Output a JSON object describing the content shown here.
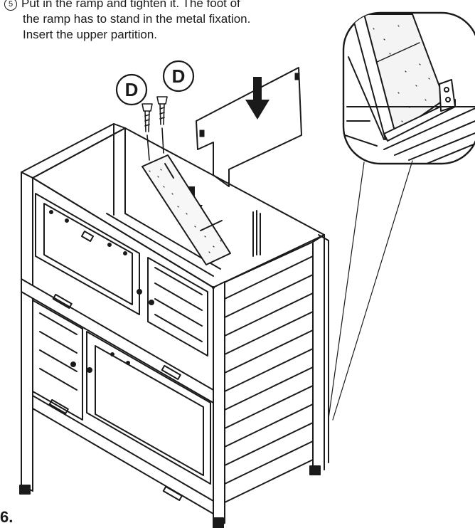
{
  "instructions": {
    "step_marker": "5",
    "line1": "Put in the ramp and tighten it. The foot of",
    "line2": "the ramp has to stand in the metal fixation.",
    "line3": "Insert the upper partition."
  },
  "callouts": {
    "screw_left": "D",
    "screw_right": "D"
  },
  "step_number": "6."
}
